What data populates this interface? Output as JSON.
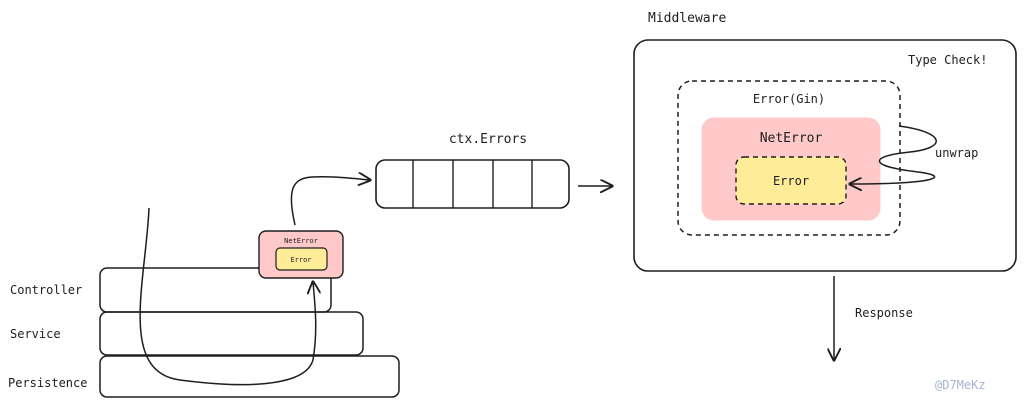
{
  "middleware": {
    "title": "Middleware",
    "type_check": "Type Check!"
  },
  "error_gin": {
    "label": "Error(Gin)"
  },
  "net_error": {
    "label": "NetError"
  },
  "error": {
    "label": "Error"
  },
  "unwrap_label": "unwrap",
  "ctx_errors": {
    "label": "ctx.Errors",
    "slot_count": 5
  },
  "response_label": "Response",
  "layers": {
    "controller": "Controller",
    "service": "Service",
    "persistence": "Persistence"
  },
  "small_net_error": {
    "label": "NetError"
  },
  "small_error": {
    "label": "Error"
  },
  "watermark": "@D7MeKz",
  "colors": {
    "stroke": "#1e1e1e",
    "net_error_fill": "#ffc9c9",
    "error_fill": "#ffec99",
    "watermark": "#a5b4d0"
  }
}
